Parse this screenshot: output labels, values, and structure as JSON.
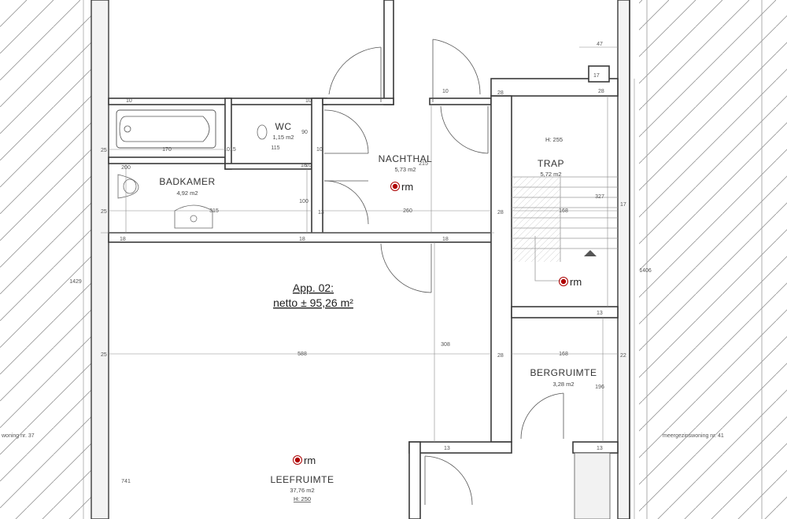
{
  "unit": {
    "name": "App. 02:",
    "area": "netto ± 95,26 m²"
  },
  "rooms": {
    "badkamer": {
      "name": "BADKAMER",
      "area": "4,92 m2"
    },
    "wc": {
      "name": "WC",
      "area": "1,15 m2"
    },
    "nachthal": {
      "name": "NACHTHAL",
      "area": "5,73 m2"
    },
    "trap": {
      "name": "TRAP",
      "area": "5,72 m2",
      "height": "H: 255"
    },
    "bergruimte": {
      "name": "BERGRUIMTE",
      "area": "3,28 m2"
    },
    "leefruimte": {
      "name": "LEEFRUIMTE",
      "area": "37,76 m2",
      "height": "H: 250"
    }
  },
  "markers": {
    "rm": "rm"
  },
  "neighbors": {
    "left": "woning nr. 37",
    "right": "meergezinswoning nr. 41"
  },
  "dimensions": {
    "d47": "47",
    "d10a": "10",
    "d10b": "10",
    "d10c": "10",
    "d10d": "10",
    "d10e": "10",
    "d28a": "28",
    "d28b": "28",
    "d28c": "28",
    "d28d": "28",
    "d25a": "25",
    "d25b": "25",
    "d25c": "25",
    "d18a": "18",
    "d18b": "18",
    "d18c": "18",
    "d18d": "18",
    "d17": "17",
    "d17b": "17",
    "d22": "22",
    "d13a": "13",
    "d13b": "13",
    "d13c": "13",
    "d13d": "13",
    "d170": "170",
    "d10_15": "1015",
    "d115": "115",
    "d90": "90",
    "d200": "200",
    "d315": "315",
    "d100": "100",
    "d260": "260",
    "d215": "215",
    "d168a": "168",
    "d327": "327",
    "d168b": "168",
    "d196": "196",
    "d588": "588",
    "d308": "308",
    "d1429": "1429",
    "d1406": "1406",
    "d741": "741"
  }
}
